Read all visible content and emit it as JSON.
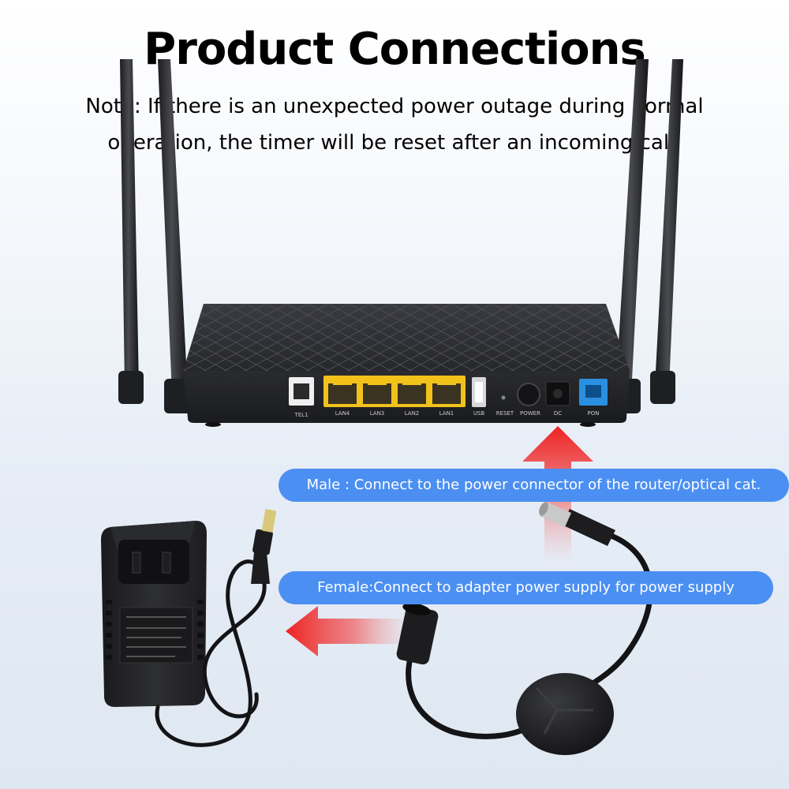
{
  "header": {
    "title": "Product Connections",
    "note_line1": "Note: If there is an unexpected power outage during normal",
    "note_line2": "operation, the timer will be reset after an incoming call."
  },
  "router": {
    "port_labels": [
      "TEL1",
      "LAN4",
      "LAN3",
      "LAN2",
      "LAN1",
      "USB",
      "RESET",
      "POWER",
      "DC",
      "PON"
    ]
  },
  "callouts": {
    "male": "Male : Connect to the power connector of the router/optical cat.",
    "female": "Female:Connect to adapter power supply for power supply"
  },
  "colors": {
    "callout": "#4b8ff2",
    "arrow": "#ee2222",
    "lan_port": "#f2c21b",
    "pon_port": "#2a8fe0",
    "router_body": "#2d2e32"
  }
}
